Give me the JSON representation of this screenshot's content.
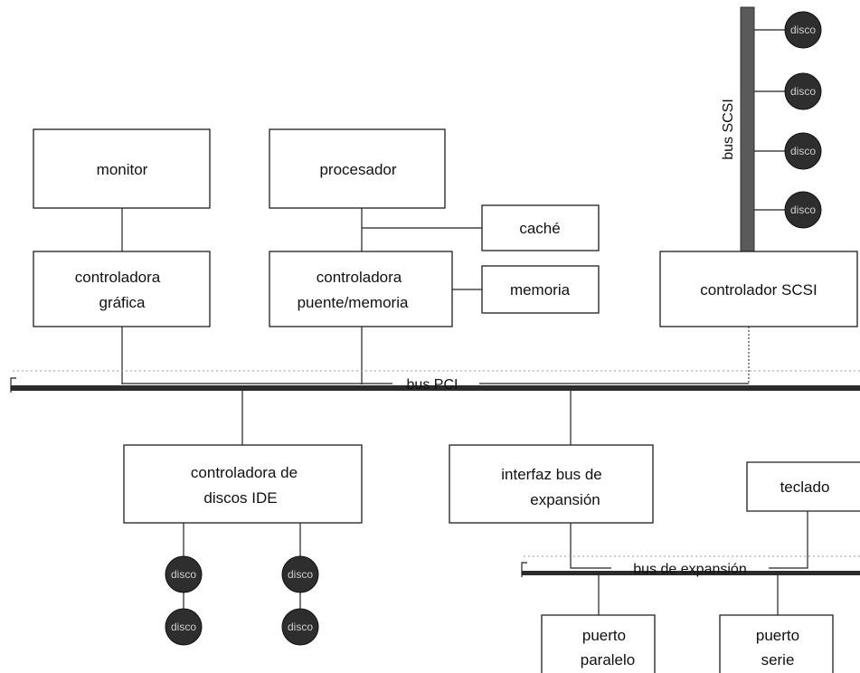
{
  "boxes": {
    "monitor": "monitor",
    "processor": "procesador",
    "cache": "caché",
    "graphics_controller": [
      "controladora",
      "gráfica"
    ],
    "bridge_controller": [
      "controladora",
      "puente/memoria"
    ],
    "memory": "memoria",
    "scsi_controller": "controlador SCSI",
    "ide_controller": [
      "controladora de",
      "discos IDE"
    ],
    "expansion_interface": [
      "interfaz bus de",
      "expansión"
    ],
    "keyboard": "teclado",
    "parallel_port": [
      "puerto",
      "paralelo"
    ],
    "serial_port": [
      "puerto",
      "serie"
    ]
  },
  "buses": {
    "pci": "bus PCI",
    "scsi": "bus SCSI",
    "expansion": "bus de expansión"
  },
  "disks": {
    "scsi": [
      "disco",
      "disco",
      "disco",
      "disco"
    ],
    "ide": [
      "disco",
      "disco",
      "disco",
      "disco"
    ]
  }
}
